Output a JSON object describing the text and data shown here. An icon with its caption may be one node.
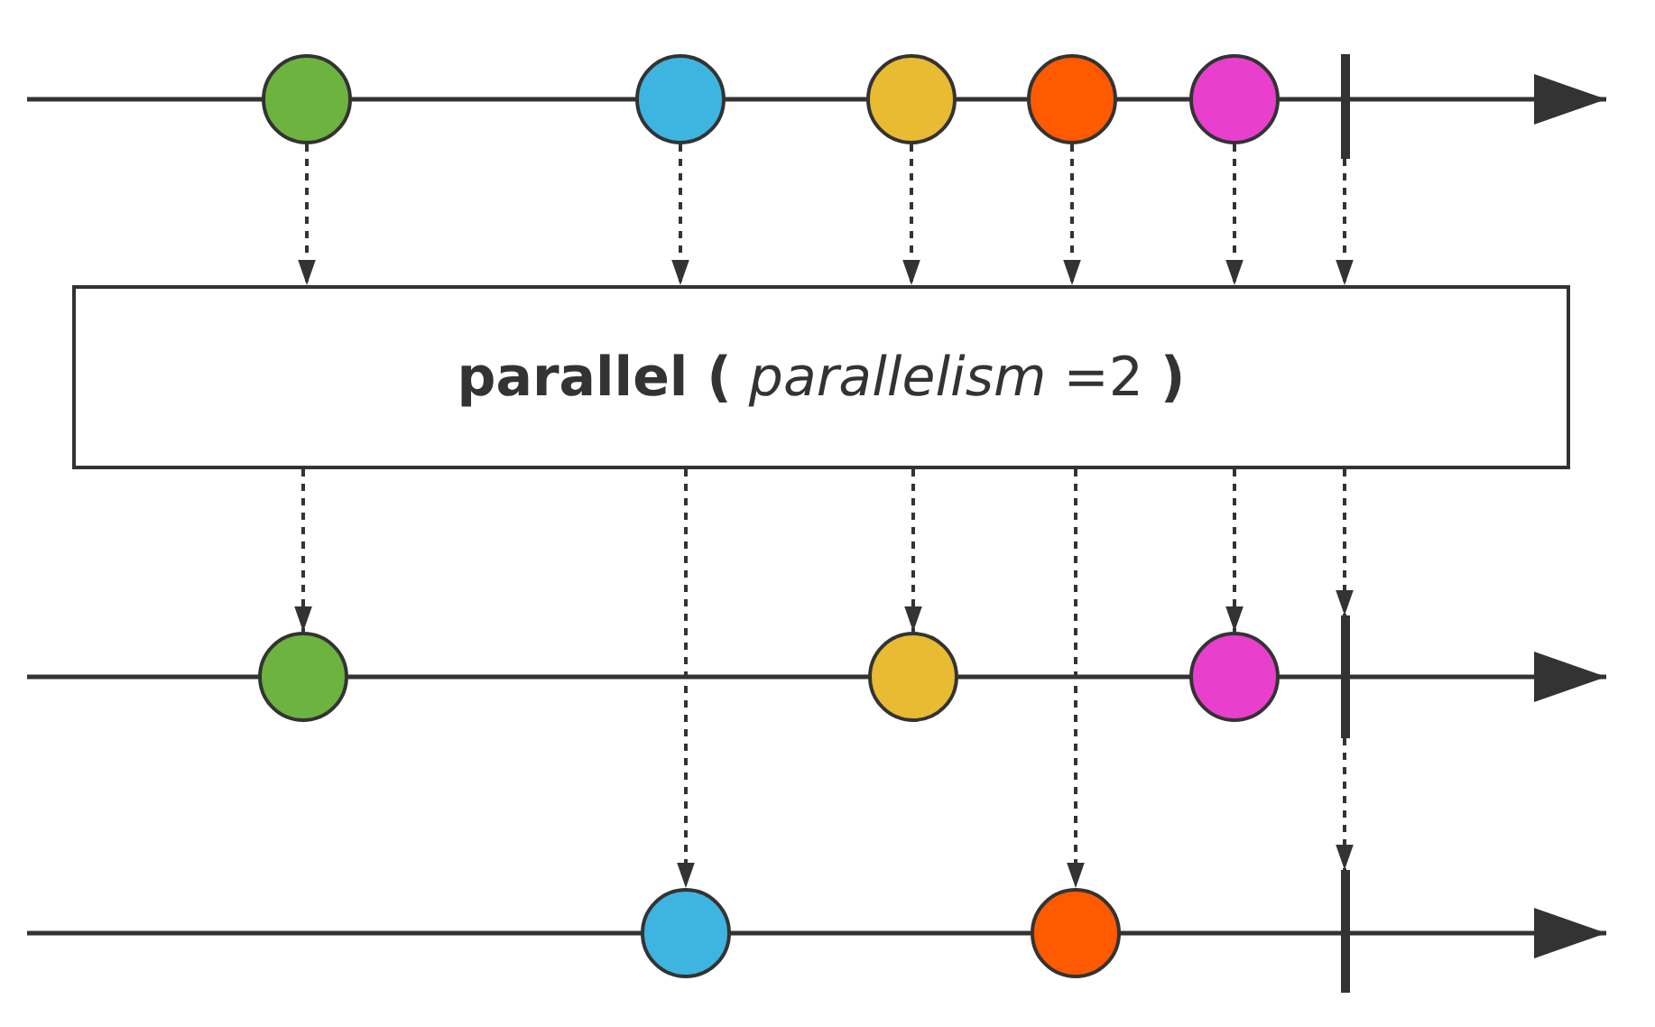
{
  "diagram": {
    "nodes": [
      {
        "text": [],
        "shape": "circle"
      },
      {
        "text": [],
        "shape": "circle"
      },
      {
        "text": [],
        "shape": "circle"
      },
      {
        "text": [],
        "shape": "circle"
      },
      {
        "text": [],
        "shape": "circle"
      },
      {
        "text": [],
        "shape": "bar"
      },
      {
        "text": [
          "**parallel (** *parallelism* =2 **)**"
        ]
      },
      {
        "text": [],
        "shape": "circle"
      },
      {
        "text": [],
        "shape": "circle"
      },
      {
        "text": [],
        "shape": "circle"
      },
      {
        "text": [],
        "shape": "bar"
      },
      {
        "text": [],
        "shape": "circle"
      },
      {
        "text": [],
        "shape": "circle"
      },
      {
        "text": [],
        "shape": "bar"
      }
    ],
    "edges": [
      {
        "from": 0,
        "to": 6,
        "arrow": "to",
        "style": "dashed"
      },
      {
        "from": 1,
        "to": 6,
        "arrow": "to",
        "style": "dashed"
      },
      {
        "from": 2,
        "to": 6,
        "arrow": "to",
        "style": "dashed"
      },
      {
        "from": 3,
        "to": 6,
        "arrow": "to",
        "style": "dashed"
      },
      {
        "from": 4,
        "to": 6,
        "arrow": "to",
        "style": "dashed"
      },
      {
        "from": 5,
        "to": 6,
        "arrow": "to",
        "style": "dashed"
      },
      {
        "from": 6,
        "to": 7,
        "arrow": "to",
        "style": "dashed"
      },
      {
        "from": 6,
        "to": 11,
        "arrow": "to",
        "style": "dashed"
      },
      {
        "from": 6,
        "to": 8,
        "arrow": "to",
        "style": "dashed"
      },
      {
        "from": 6,
        "to": 12,
        "arrow": "to",
        "style": "dashed"
      },
      {
        "from": 6,
        "to": 9,
        "arrow": "to",
        "style": "dashed"
      },
      {
        "from": 6,
        "to": 10,
        "arrow": "to",
        "style": "dashed"
      },
      {
        "from": 10,
        "to": 13,
        "arrow": "to",
        "style": "dashed"
      }
    ]
  }
}
